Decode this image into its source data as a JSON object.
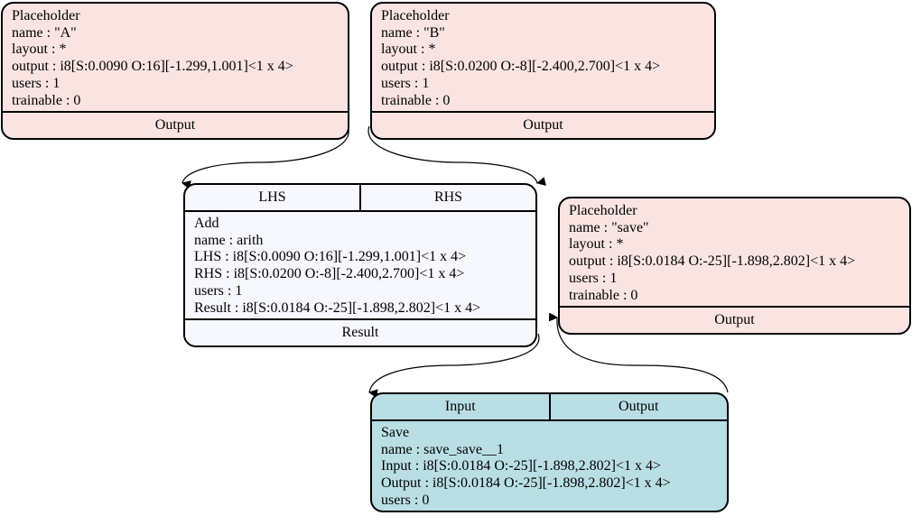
{
  "nodes": {
    "a": {
      "lines": [
        "Placeholder",
        "name : \"A\"",
        "layout : *",
        "output : i8[S:0.0090 O:16][-1.299,1.001]<1 x 4>",
        "users : 1",
        "trainable : 0"
      ],
      "port": "Output"
    },
    "b": {
      "lines": [
        "Placeholder",
        "name : \"B\"",
        "layout : *",
        "output : i8[S:0.0200 O:-8][-2.400,2.700]<1 x 4>",
        "users : 1",
        "trainable : 0"
      ],
      "port": "Output"
    },
    "add": {
      "inputs": [
        "LHS",
        "RHS"
      ],
      "lines": [
        "Add",
        "name : arith",
        "LHS : i8[S:0.0090 O:16][-1.299,1.001]<1 x 4>",
        "RHS : i8[S:0.0200 O:-8][-2.400,2.700]<1 x 4>",
        "users : 1",
        "Result : i8[S:0.0184 O:-25][-1.898,2.802]<1 x 4>"
      ],
      "port": "Result"
    },
    "save_ph": {
      "lines": [
        "Placeholder",
        "name : \"save\"",
        "layout : *",
        "output : i8[S:0.0184 O:-25][-1.898,2.802]<1 x 4>",
        "users : 1",
        "trainable : 0"
      ],
      "port": "Output"
    },
    "save": {
      "inputs": [
        "Input",
        "Output"
      ],
      "lines": [
        "Save",
        "name : save_save__1",
        "Input : i8[S:0.0184 O:-25][-1.898,2.802]<1 x 4>",
        "Output : i8[S:0.0184 O:-25][-1.898,2.802]<1 x 4>",
        "users : 0"
      ]
    }
  },
  "colors": {
    "placeholder": "#f9e4e2",
    "add": "#f7f8fd",
    "save": "#b9dfe5"
  }
}
